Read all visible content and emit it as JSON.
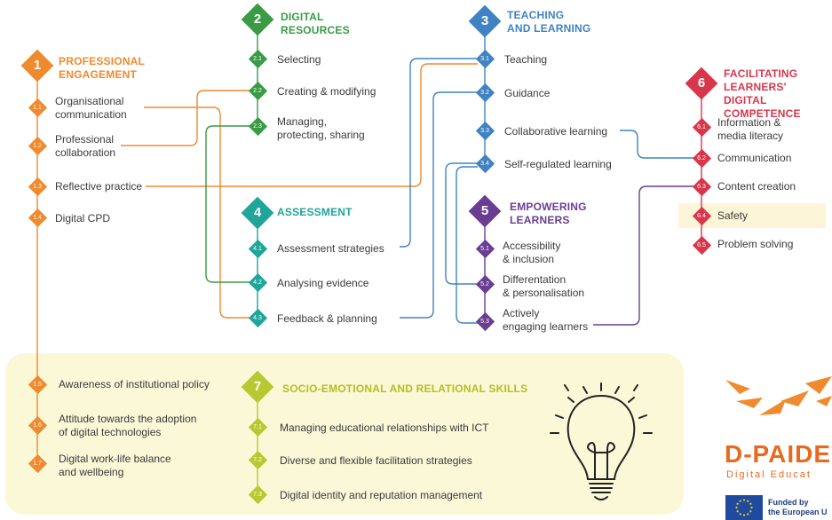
{
  "colors": {
    "orange": "#f08a2e",
    "green": "#3a9b45",
    "blue": "#3f83c3",
    "teal": "#1fa59a",
    "purple": "#6a3d93",
    "red": "#d9364c",
    "lime": "#b7c930",
    "panel": "#fbf8d8"
  },
  "areas": [
    {
      "num": "1",
      "title": "PROFESSIONAL\nENGAGEMENT",
      "color": "#f08a2e",
      "items": [
        {
          "code": "1.1",
          "label": "Organisational\ncommunication"
        },
        {
          "code": "1.2",
          "label": "Professional\ncollaboration"
        },
        {
          "code": "1.3",
          "label": "Reflective practice"
        },
        {
          "code": "1.4",
          "label": "Digital CPD"
        }
      ]
    },
    {
      "num": "2",
      "title": "DIGITAL\nRESOURCES",
      "color": "#3a9b45",
      "items": [
        {
          "code": "2.1",
          "label": "Selecting"
        },
        {
          "code": "2.2",
          "label": "Creating & modifying"
        },
        {
          "code": "2.3",
          "label": "Managing,\nprotecting, sharing"
        }
      ]
    },
    {
      "num": "3",
      "title": "TEACHING\nAND LEARNING",
      "color": "#3f83c3",
      "items": [
        {
          "code": "3.1",
          "label": "Teaching"
        },
        {
          "code": "3.2",
          "label": "Guidance"
        },
        {
          "code": "3.3",
          "label": "Collaborative learning"
        },
        {
          "code": "3.4",
          "label": "Self-regulated learning"
        }
      ]
    },
    {
      "num": "4",
      "title": "ASSESSMENT",
      "color": "#1fa59a",
      "items": [
        {
          "code": "4.1",
          "label": "Assessment strategies"
        },
        {
          "code": "4.2",
          "label": "Analysing evidence"
        },
        {
          "code": "4.3",
          "label": "Feedback & planning"
        }
      ]
    },
    {
      "num": "5",
      "title": "EMPOWERING\nLEARNERS",
      "color": "#6a3d93",
      "items": [
        {
          "code": "5.1",
          "label": "Accessibility\n& inclusion"
        },
        {
          "code": "5.2",
          "label": "Differentation\n& personalisation"
        },
        {
          "code": "5.3",
          "label": "Actively\nengaging learners"
        }
      ]
    },
    {
      "num": "6",
      "title": "FACILITATING\nLEARNERS' DIGITAL\nCOMPETENCE",
      "color": "#d9364c",
      "items": [
        {
          "code": "6.1",
          "label": "Information &\nmedia literacy"
        },
        {
          "code": "6.2",
          "label": "Communication"
        },
        {
          "code": "6.3",
          "label": "Content creation"
        },
        {
          "code": "6.4",
          "label": "Safety"
        },
        {
          "code": "6.5",
          "label": "Problem solving"
        }
      ]
    },
    {
      "num": "7",
      "title": "SOCIO-EMOTIONAL AND RELATIONAL SKILLS",
      "color": "#b7c930",
      "items": [
        {
          "code": "7.1",
          "label": "Managing educational relationships with ICT"
        },
        {
          "code": "7.2",
          "label": "Diverse and flexible facilitation strategies"
        },
        {
          "code": "7.3",
          "label": "Digital identity and reputation management"
        }
      ]
    }
  ],
  "extra_engagement": [
    {
      "code": "1.5",
      "label": "Awareness of institutional policy"
    },
    {
      "code": "1.6",
      "label": "Attitude towards the adoption\nof digital technologies"
    },
    {
      "code": "1.7",
      "label": "Digital work-life balance\nand wellbeing"
    }
  ],
  "logo": {
    "name": "D-PAIDEI",
    "tagline": "Digital Educat",
    "eu_text": "Funded by\nthe European U"
  }
}
